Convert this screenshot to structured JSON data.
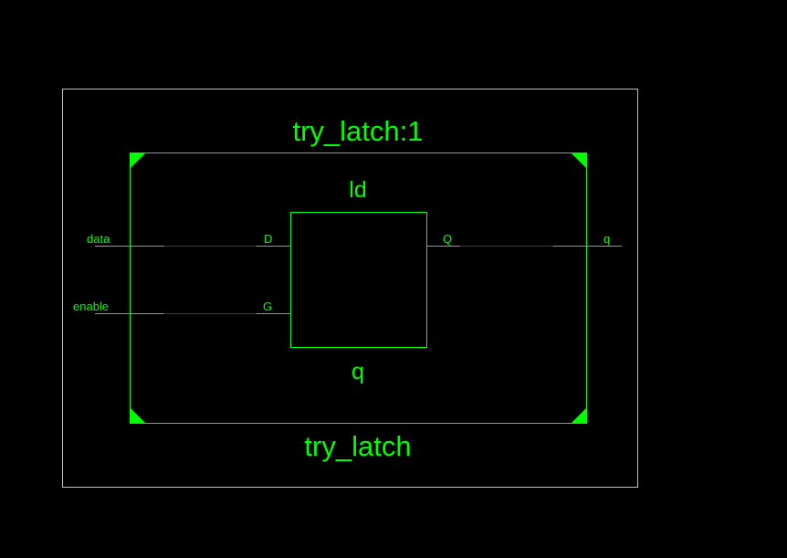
{
  "schematic": {
    "instance_label": "try_latch:1",
    "module_label": "try_latch",
    "cell": {
      "type_label": "ld",
      "instance_name": "q",
      "pins": {
        "d": "D",
        "g": "G",
        "q": "Q"
      }
    },
    "ports": {
      "data": "data",
      "enable": "enable",
      "q": "q"
    }
  },
  "colors": {
    "background": "#000000",
    "wire": "#00ff00",
    "highlight_net": "#cc0000",
    "frame": "#bfbfbf",
    "text": "#00ff00"
  }
}
